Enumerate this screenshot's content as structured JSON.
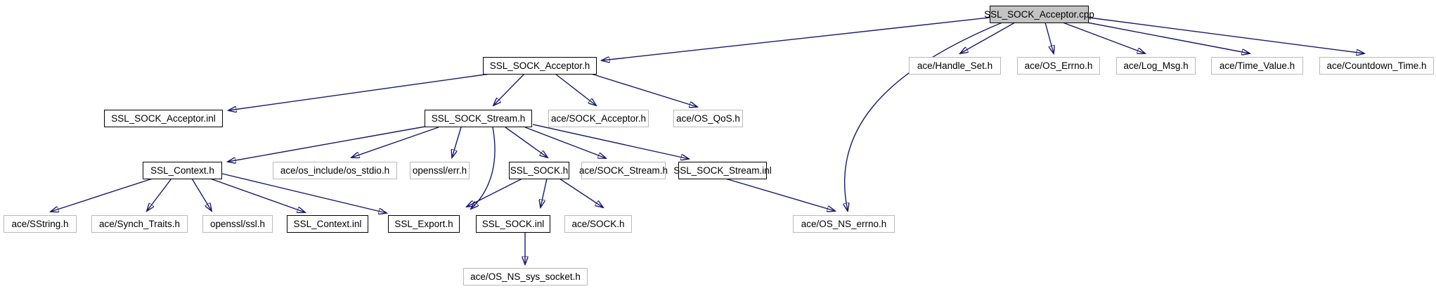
{
  "diagram": {
    "kind": "doxygen-include-dependency-graph",
    "root_file": "SSL_SOCK_Acceptor.cpp",
    "colors": {
      "edge": "#191970",
      "internal_node_border": "#000000",
      "external_node_border": "#babab6",
      "node_fill": "#ffffff",
      "root_node_fill": "#c3c3c3"
    },
    "nodes": [
      {
        "label": "SSL_SOCK_Acceptor.cpp",
        "kind": "root"
      },
      {
        "label": "SSL_SOCK_Acceptor.h",
        "kind": "internal"
      },
      {
        "label": "ace/Handle_Set.h",
        "kind": "external"
      },
      {
        "label": "ace/OS_Errno.h",
        "kind": "external"
      },
      {
        "label": "ace/Log_Msg.h",
        "kind": "external"
      },
      {
        "label": "ace/Time_Value.h",
        "kind": "external"
      },
      {
        "label": "ace/Countdown_Time.h",
        "kind": "external"
      },
      {
        "label": "SSL_SOCK_Acceptor.inl",
        "kind": "internal"
      },
      {
        "label": "SSL_SOCK_Stream.h",
        "kind": "internal"
      },
      {
        "label": "ace/SOCK_Acceptor.h",
        "kind": "external"
      },
      {
        "label": "ace/OS_QoS.h",
        "kind": "external"
      },
      {
        "label": "SSL_Context.h",
        "kind": "internal"
      },
      {
        "label": "ace/os_include/os_stdio.h",
        "kind": "external"
      },
      {
        "label": "openssl/err.h",
        "kind": "external"
      },
      {
        "label": "SSL_SOCK.h",
        "kind": "internal"
      },
      {
        "label": "ace/SOCK_Stream.h",
        "kind": "external"
      },
      {
        "label": "SSL_SOCK_Stream.inl",
        "kind": "internal"
      },
      {
        "label": "ace/SString.h",
        "kind": "external"
      },
      {
        "label": "ace/Synch_Traits.h",
        "kind": "external"
      },
      {
        "label": "openssl/ssl.h",
        "kind": "external"
      },
      {
        "label": "SSL_Context.inl",
        "kind": "internal"
      },
      {
        "label": "SSL_Export.h",
        "kind": "internal"
      },
      {
        "label": "SSL_SOCK.inl",
        "kind": "internal"
      },
      {
        "label": "ace/SOCK.h",
        "kind": "external"
      },
      {
        "label": "ace/OS_NS_errno.h",
        "kind": "external"
      },
      {
        "label": "ace/OS_NS_sys_socket.h",
        "kind": "external"
      }
    ],
    "edges": [
      {
        "from": "SSL_SOCK_Acceptor.cpp",
        "to": "SSL_SOCK_Acceptor.h"
      },
      {
        "from": "SSL_SOCK_Acceptor.cpp",
        "to": "ace/Handle_Set.h"
      },
      {
        "from": "SSL_SOCK_Acceptor.cpp",
        "to": "ace/OS_Errno.h"
      },
      {
        "from": "SSL_SOCK_Acceptor.cpp",
        "to": "ace/Log_Msg.h"
      },
      {
        "from": "SSL_SOCK_Acceptor.cpp",
        "to": "ace/Time_Value.h"
      },
      {
        "from": "SSL_SOCK_Acceptor.cpp",
        "to": "ace/Countdown_Time.h"
      },
      {
        "from": "SSL_SOCK_Acceptor.cpp",
        "to": "ace/OS_NS_errno.h"
      },
      {
        "from": "SSL_SOCK_Acceptor.h",
        "to": "SSL_SOCK_Acceptor.inl"
      },
      {
        "from": "SSL_SOCK_Acceptor.h",
        "to": "SSL_SOCK_Stream.h"
      },
      {
        "from": "SSL_SOCK_Acceptor.h",
        "to": "ace/SOCK_Acceptor.h"
      },
      {
        "from": "SSL_SOCK_Acceptor.h",
        "to": "ace/OS_QoS.h"
      },
      {
        "from": "SSL_SOCK_Stream.h",
        "to": "SSL_Context.h"
      },
      {
        "from": "SSL_SOCK_Stream.h",
        "to": "ace/os_include/os_stdio.h"
      },
      {
        "from": "SSL_SOCK_Stream.h",
        "to": "openssl/err.h"
      },
      {
        "from": "SSL_SOCK_Stream.h",
        "to": "SSL_Export.h"
      },
      {
        "from": "SSL_SOCK_Stream.h",
        "to": "SSL_SOCK.h"
      },
      {
        "from": "SSL_SOCK_Stream.h",
        "to": "ace/SOCK_Stream.h"
      },
      {
        "from": "SSL_SOCK_Stream.h",
        "to": "SSL_SOCK_Stream.inl"
      },
      {
        "from": "SSL_Context.h",
        "to": "ace/SString.h"
      },
      {
        "from": "SSL_Context.h",
        "to": "ace/Synch_Traits.h"
      },
      {
        "from": "SSL_Context.h",
        "to": "openssl/ssl.h"
      },
      {
        "from": "SSL_Context.h",
        "to": "SSL_Context.inl"
      },
      {
        "from": "SSL_Context.h",
        "to": "SSL_Export.h"
      },
      {
        "from": "SSL_SOCK.h",
        "to": "SSL_Export.h"
      },
      {
        "from": "SSL_SOCK.h",
        "to": "SSL_SOCK.inl"
      },
      {
        "from": "SSL_SOCK.h",
        "to": "ace/SOCK.h"
      },
      {
        "from": "SSL_SOCK_Stream.inl",
        "to": "ace/OS_NS_errno.h"
      },
      {
        "from": "SSL_SOCK.inl",
        "to": "ace/OS_NS_sys_socket.h"
      }
    ]
  }
}
